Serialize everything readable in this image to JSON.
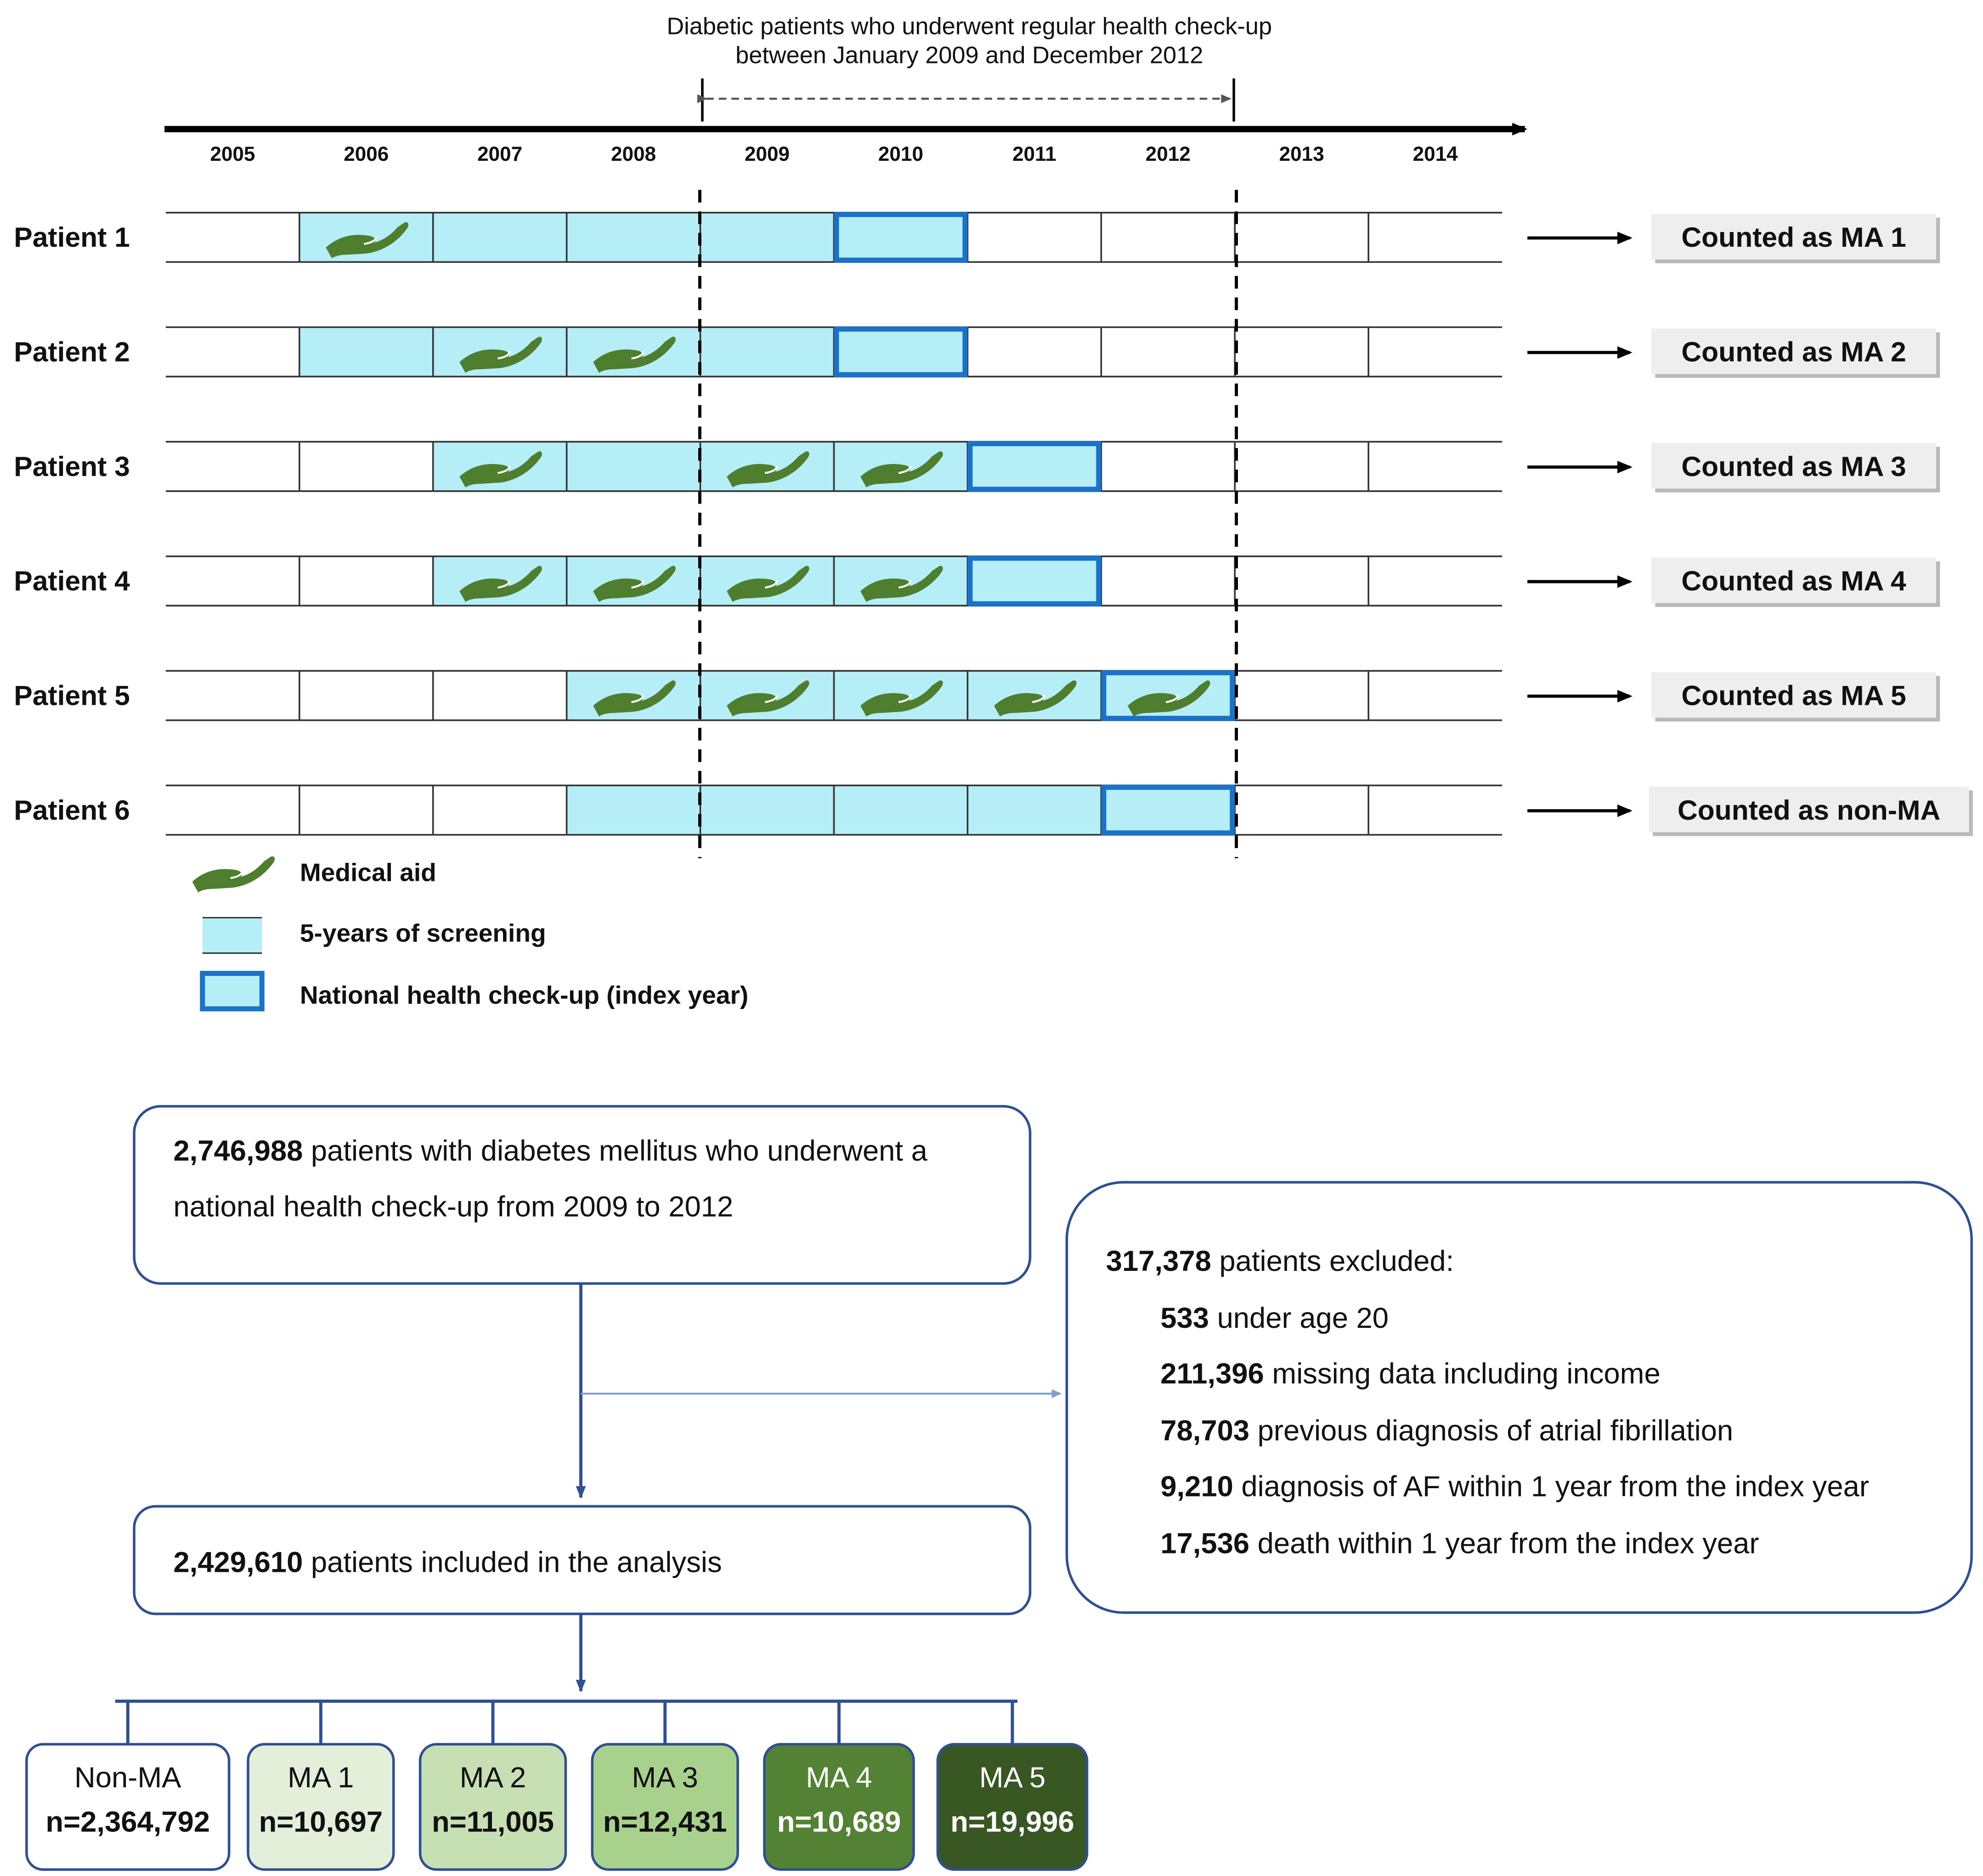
{
  "header": {
    "line1": "Diabetic patients who underwent regular health check-up",
    "line2": "between January 2009 and December 2012"
  },
  "years": [
    "2005",
    "2006",
    "2007",
    "2008",
    "2009",
    "2010",
    "2011",
    "2012",
    "2013",
    "2014"
  ],
  "patients": [
    {
      "label": "Patient 1",
      "screening": [
        "2006",
        "2007",
        "2008",
        "2009",
        "2010"
      ],
      "medical_aid": [
        "2006"
      ],
      "index_year": "2010",
      "result": "Counted as MA 1"
    },
    {
      "label": "Patient 2",
      "screening": [
        "2006",
        "2007",
        "2008",
        "2009",
        "2010"
      ],
      "medical_aid": [
        "2007",
        "2008"
      ],
      "index_year": "2010",
      "result": "Counted as MA 2"
    },
    {
      "label": "Patient 3",
      "screening": [
        "2007",
        "2008",
        "2009",
        "2010",
        "2011"
      ],
      "medical_aid": [
        "2007",
        "2009",
        "2010"
      ],
      "index_year": "2011",
      "result": "Counted as MA 3"
    },
    {
      "label": "Patient 4",
      "screening": [
        "2007",
        "2008",
        "2009",
        "2010",
        "2011"
      ],
      "medical_aid": [
        "2007",
        "2008",
        "2009",
        "2010"
      ],
      "index_year": "2011",
      "result": "Counted as MA 4"
    },
    {
      "label": "Patient 5",
      "screening": [
        "2008",
        "2009",
        "2010",
        "2011",
        "2012"
      ],
      "medical_aid": [
        "2008",
        "2009",
        "2010",
        "2011",
        "2012"
      ],
      "index_year": "2012",
      "result": "Counted as MA 5"
    },
    {
      "label": "Patient 6",
      "screening": [
        "2008",
        "2009",
        "2010",
        "2011",
        "2012"
      ],
      "medical_aid": [],
      "index_year": "2012",
      "result": "Counted as non-MA"
    }
  ],
  "legend": {
    "medical_aid": "Medical aid",
    "screening": "5-years of screening",
    "index": "National health check-up (index year)"
  },
  "flow": {
    "start": {
      "count": "2,746,988",
      "text": "patients with diabetes mellitus who underwent a",
      "text2": "national health check-up from 2009 to 2012"
    },
    "excluded": {
      "count": "317,378",
      "text": "patients excluded:",
      "items": [
        {
          "count": "533",
          "text": "under age 20"
        },
        {
          "count": "211,396",
          "text": "missing data including income"
        },
        {
          "count": "78,703",
          "text": "previous diagnosis of atrial fibrillation"
        },
        {
          "count": "9,210",
          "text": "diagnosis of AF within 1 year from the index year"
        },
        {
          "count": "17,536",
          "text": "death within 1 year from the index year"
        }
      ]
    },
    "included": {
      "count": "2,429,610",
      "text": "patients included in the analysis"
    },
    "groups": [
      {
        "name": "Non-MA",
        "n": "n=2,364,792",
        "fill": "#ffffff",
        "text_color": "#111111"
      },
      {
        "name": "MA 1",
        "n": "n=10,697",
        "fill": "#e3efd9",
        "text_color": "#111111"
      },
      {
        "name": "MA 2",
        "n": "n=11,005",
        "fill": "#c6e0b4",
        "text_color": "#111111"
      },
      {
        "name": "MA 3",
        "n": "n=12,431",
        "fill": "#a9d18e",
        "text_color": "#111111"
      },
      {
        "name": "MA 4",
        "n": "n=10,689",
        "fill": "#548235",
        "text_color": "#ffffff"
      },
      {
        "name": "MA 5",
        "n": "n=19,996",
        "fill": "#385723",
        "text_color": "#ffffff"
      }
    ]
  },
  "colors": {
    "screening_fill": "#b6eef8",
    "index_border": "#1a73c9",
    "medical_aid_icon": "#4f7f2e",
    "flow_border": "#2f4f93"
  }
}
